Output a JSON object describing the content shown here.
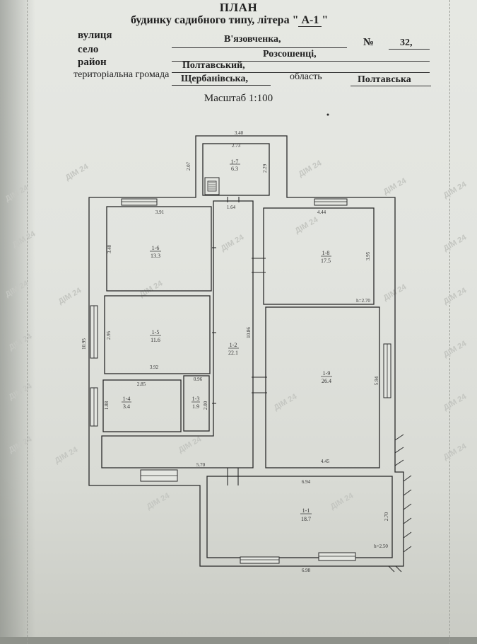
{
  "header": {
    "title": "ПЛАН",
    "subtitle_prefix": "будинку садибного типу, літера \"",
    "subtitle_litera": "А-1",
    "subtitle_suffix": "\"",
    "street_label": "вулиця",
    "street_value": "В'язовченка,",
    "number_label": "№",
    "number_value": "32,",
    "village_label": "село",
    "village_value": "Розсошенці,",
    "district_label": "район",
    "district_value": "Полтавський,",
    "community_label": "територіальна громада",
    "community_value": "Щербанівська,",
    "region_label": "область",
    "region_value": "Полтавська",
    "scale": "Масштаб 1:100"
  },
  "rooms": [
    {
      "code": "1-7",
      "area": "6.3"
    },
    {
      "code": "1-6",
      "area": "13.3"
    },
    {
      "code": "1-5",
      "area": "11.6"
    },
    {
      "code": "1-4",
      "area": "3.4"
    },
    {
      "code": "1-3",
      "area": "1.9"
    },
    {
      "code": "1-2",
      "area": "22.1"
    },
    {
      "code": "1-8",
      "area": "17.5"
    },
    {
      "code": "1-9",
      "area": "26.4"
    },
    {
      "code": "1-1",
      "area": "18.7"
    }
  ],
  "dimensions": {
    "top_outer": "3.40",
    "top_inner": "2.73",
    "vestibule_left": "2.07",
    "vestibule_right": "2.29",
    "r6_width": "3.91",
    "r6_height": "3.40",
    "corridor_top": "1.64",
    "corridor_len": "10.86",
    "r8_width": "4.44",
    "r8_height": "3.95",
    "h_upper": "h=2.70",
    "outer_left": "10.95",
    "r5_height": "2.95",
    "r5_width": "3.92",
    "r4_width": "2.85",
    "r3_width": "0.96",
    "r4_height": "1.88",
    "r3_height": "2.00",
    "r9_height": "5.94",
    "bottom_width": "5.70",
    "r9_width": "4.45",
    "r1_top": "6.94",
    "r1_height": "2.70",
    "h_lower": "h=2.50",
    "r1_bottom": "6.98"
  },
  "watermark": "ДІМ 24"
}
